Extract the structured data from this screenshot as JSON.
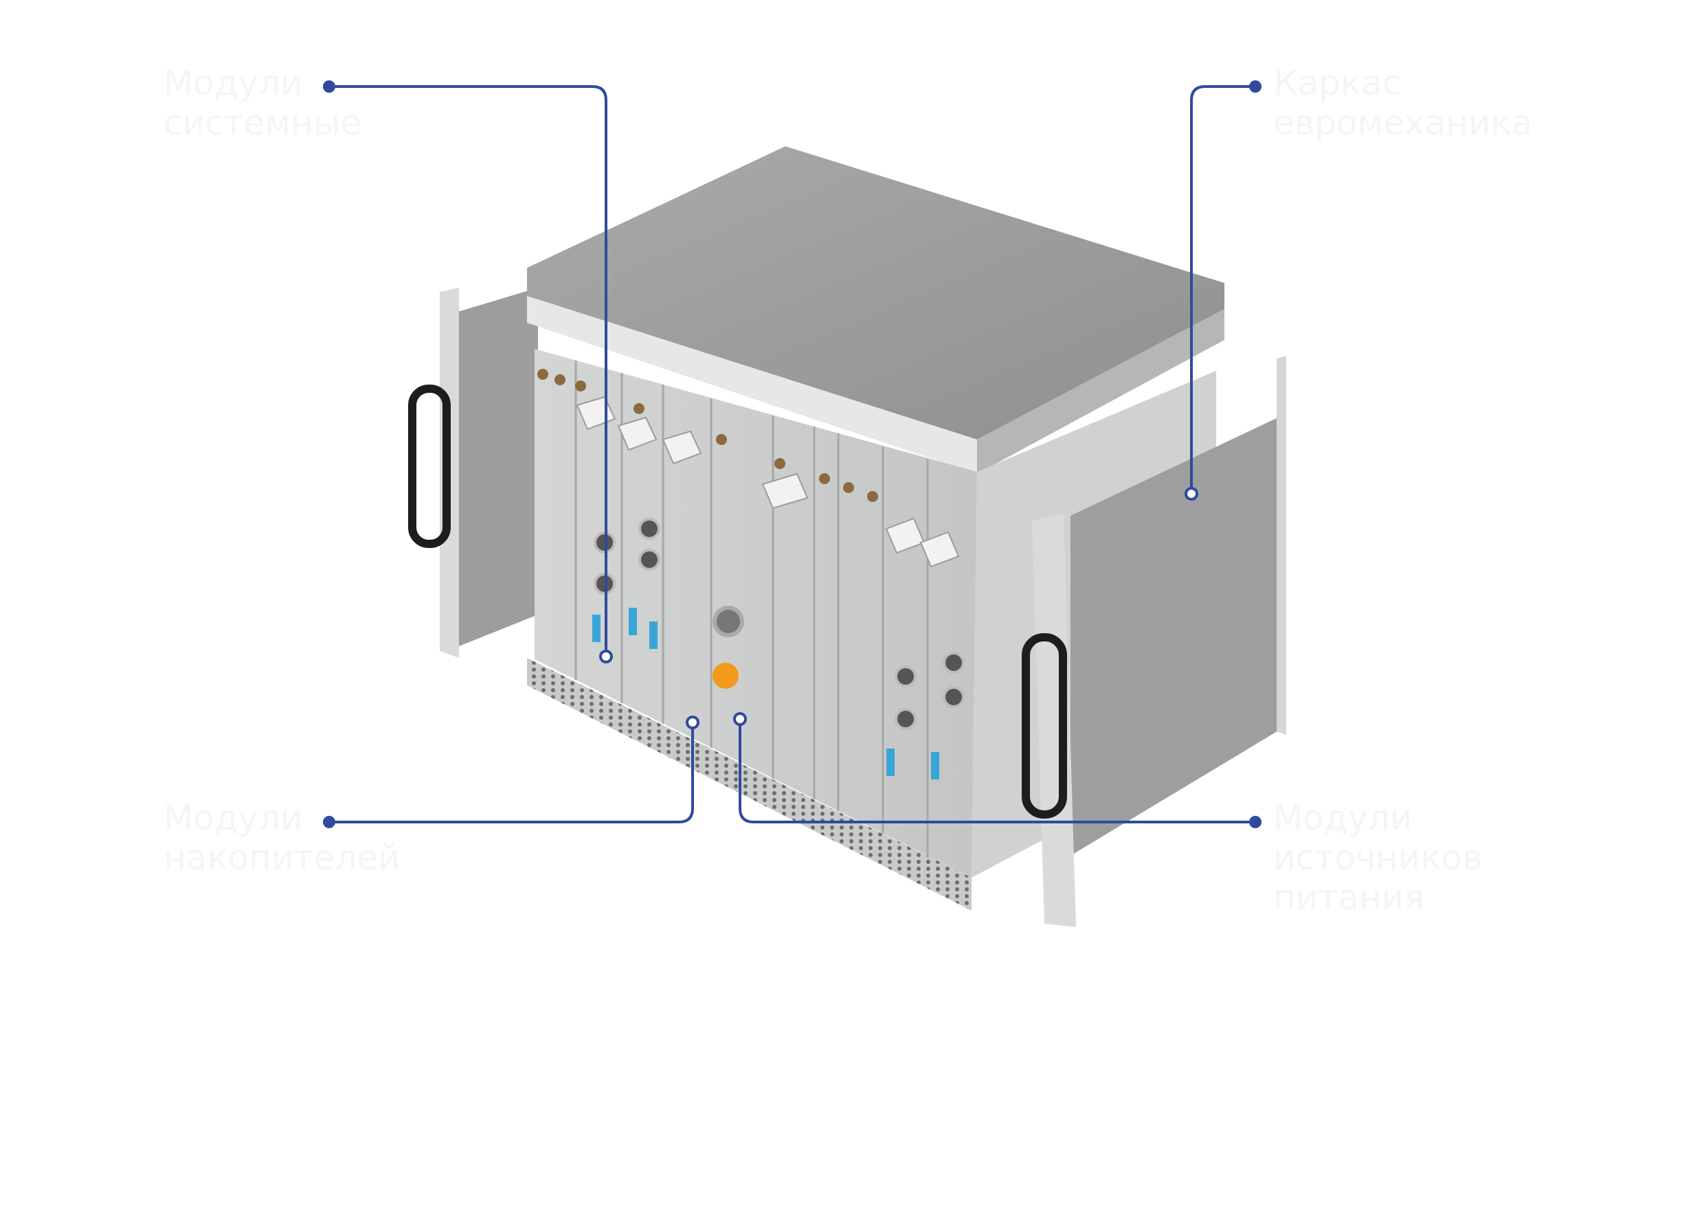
{
  "colors": {
    "leader": "#2f4a9e",
    "label": "#f4f5f5",
    "accent_orange": "#f39a1a"
  },
  "callouts": [
    {
      "id": "system",
      "text": "Модули\nсистемные"
    },
    {
      "id": "frame",
      "text": "Каркас\nевромеханика"
    },
    {
      "id": "storage",
      "text": "Модули\nнакопителей"
    },
    {
      "id": "power",
      "text": "Модули\nисточников\nпитания"
    }
  ]
}
